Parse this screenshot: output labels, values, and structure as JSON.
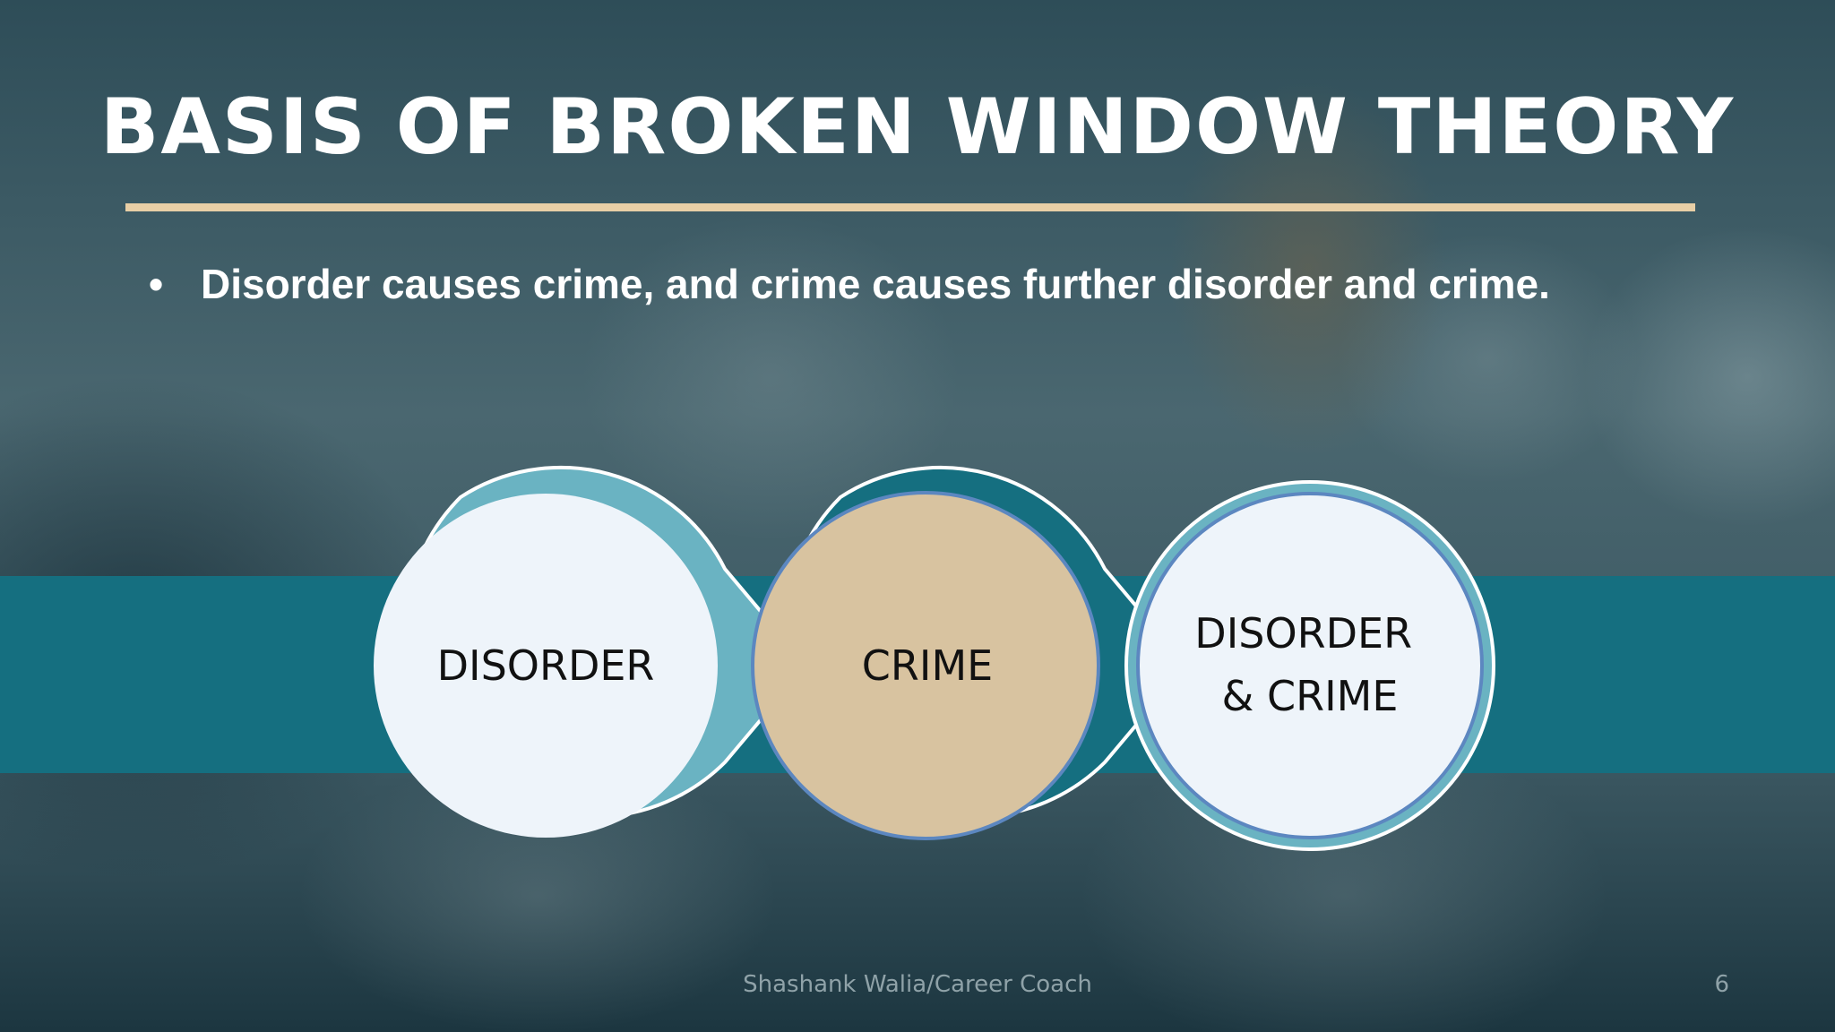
{
  "slide": {
    "title": "BASIS OF BROKEN WINDOW THEORY",
    "bullet_marker": "•",
    "bullet": "Disorder causes crime, and crime causes further disorder and crime.",
    "footer": "Shashank Walia/Career Coach",
    "page_number": "6"
  },
  "diagram": {
    "nodes": [
      {
        "lines": [
          "DISORDER"
        ]
      },
      {
        "lines": [
          "CRIME"
        ]
      },
      {
        "lines": [
          "DISORDER",
          "& CRIME"
        ]
      }
    ]
  },
  "colors": {
    "background": "#3c5a63",
    "band": "#156f80",
    "rule": "#e8cfa6",
    "node_light": "#eef4fa",
    "node_accent": "#d8c3a0",
    "ring_light": "#6ab3c2",
    "ring_dark": "#156f80"
  }
}
